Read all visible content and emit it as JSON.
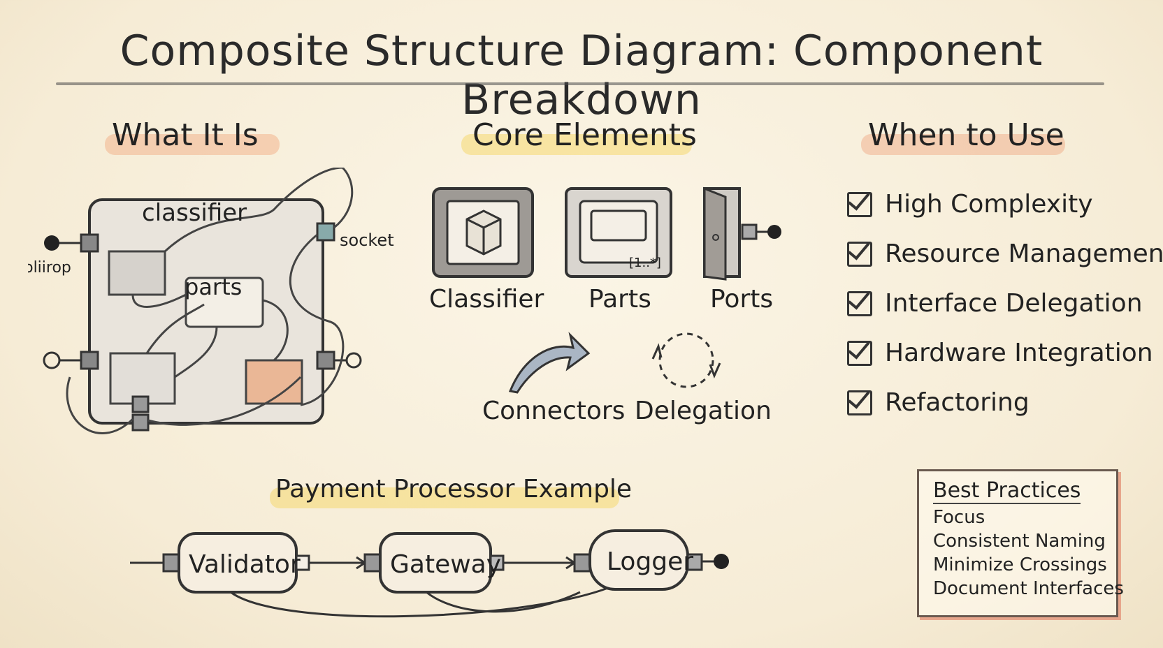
{
  "title": "Composite Structure Diagram: Component Breakdown",
  "sections": {
    "what_it_is": {
      "heading": "What It Is",
      "classifier_label": "classifier",
      "parts_label": "parts",
      "socket_label": "socket",
      "lollipop_label": "loliirop"
    },
    "core_elements": {
      "heading": "Core Elements",
      "items": [
        {
          "label": "Classifier",
          "icon": "package-icon"
        },
        {
          "label": "Parts",
          "icon": "part-box-icon",
          "multiplicity": "[1..*]"
        },
        {
          "label": "Ports",
          "icon": "door-port-icon"
        },
        {
          "label": "Connectors",
          "icon": "arrow-icon"
        },
        {
          "label": "Delegation",
          "icon": "cycle-arrows-icon"
        }
      ]
    },
    "when_to_use": {
      "heading": "When to Use",
      "items": [
        "High Complexity",
        "Resource Management",
        "Interface Delegation",
        "Hardware Integration",
        "Refactoring"
      ]
    },
    "example": {
      "heading": "Payment Processor Example",
      "nodes": [
        "Validator",
        "Gateway",
        "Logger"
      ]
    },
    "best_practices": {
      "title": "Best Practices",
      "items": [
        "Focus",
        "Consistent Naming",
        "Minimize Crossings",
        "Document Interfaces"
      ]
    }
  },
  "colors": {
    "background": "#f6ecd6",
    "ink": "#2b2b2b",
    "peach": "#f3b58e",
    "yellow": "#f6d86f",
    "blue": "#a8c8e6"
  }
}
